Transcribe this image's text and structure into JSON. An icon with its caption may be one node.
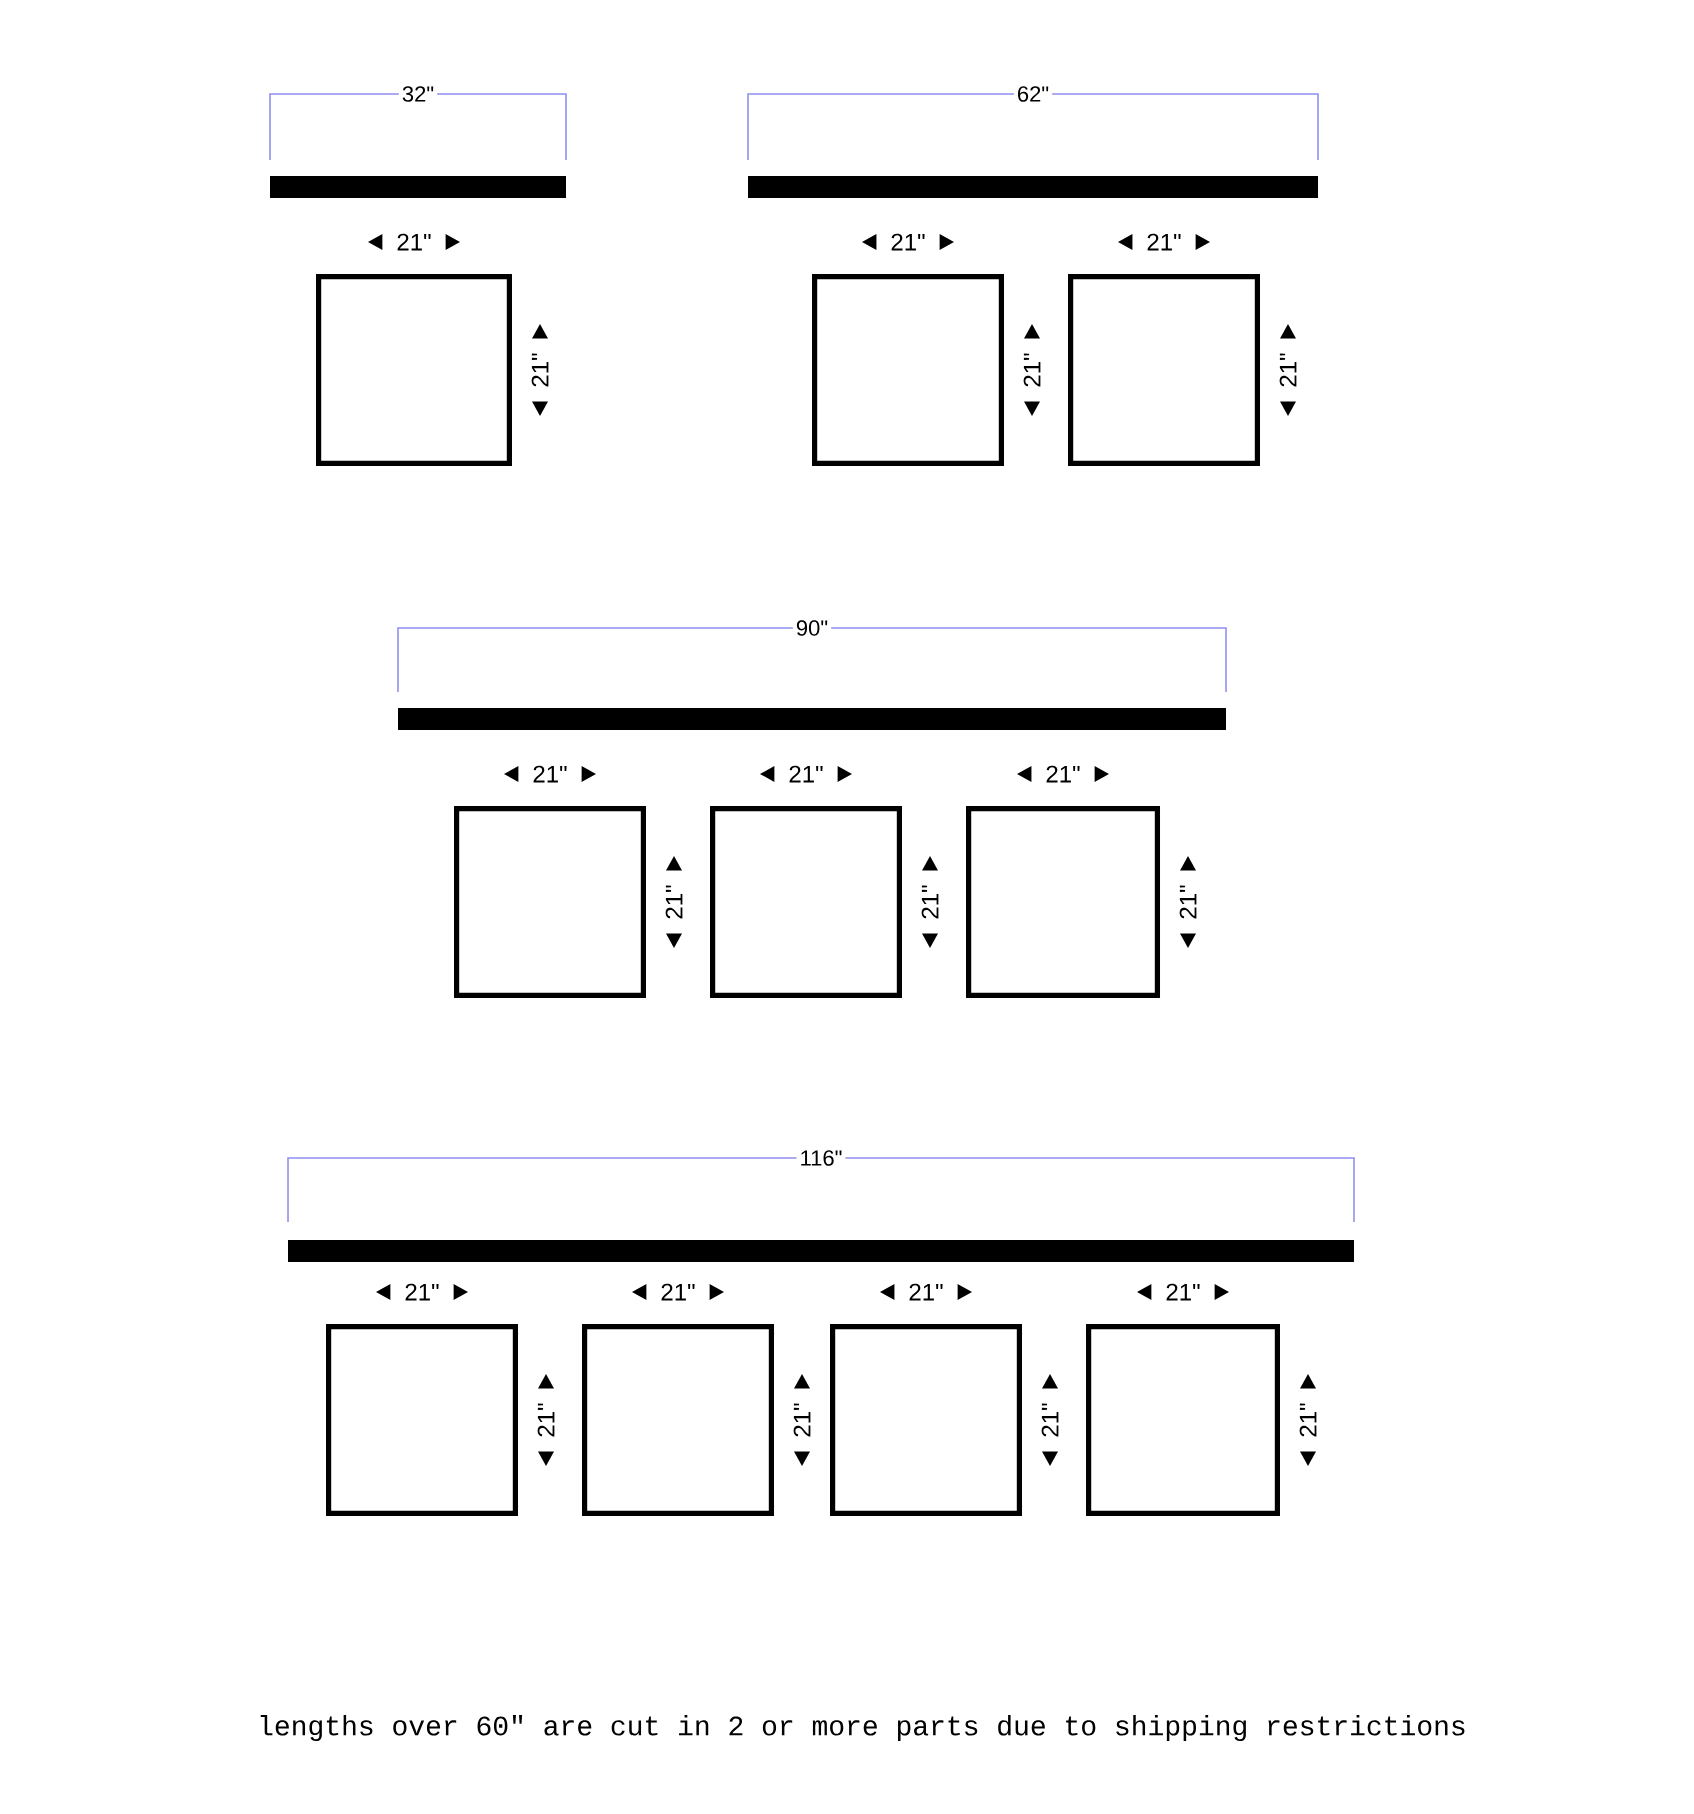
{
  "diagram": {
    "nodes": [
      {
        "text": [],
        "shape": "bar"
      },
      {
        "text": [],
        "shape": "bar"
      },
      {
        "text": [],
        "shape": "box"
      },
      {
        "text": [],
        "shape": "box"
      },
      {
        "text": [],
        "shape": "box"
      },
      {
        "text": [],
        "shape": "bar"
      },
      {
        "text": [],
        "shape": "box"
      },
      {
        "text": [],
        "shape": "box"
      },
      {
        "text": [],
        "shape": "box"
      },
      {
        "text": [],
        "shape": "bar"
      },
      {
        "text": [],
        "shape": "box"
      },
      {
        "text": [],
        "shape": "box"
      },
      {
        "text": [],
        "shape": "box"
      },
      {
        "text": [],
        "shape": "box"
      }
    ],
    "labels": [
      "32\"",
      "62\"",
      "21\"",
      "21\"",
      "21\"",
      "21\"",
      "21\"",
      "21\"",
      "90\"",
      "21\"",
      "21\"",
      "21\"",
      "21\"",
      "21\"",
      "21\"",
      "116\"",
      "21\"",
      "21\"",
      "21\"",
      "21\"",
      "21\"",
      "21\"",
      "21\"",
      "21\"",
      "lengths over 60\" are cut in 2 or more parts due to shipping restrictions"
    ]
  }
}
